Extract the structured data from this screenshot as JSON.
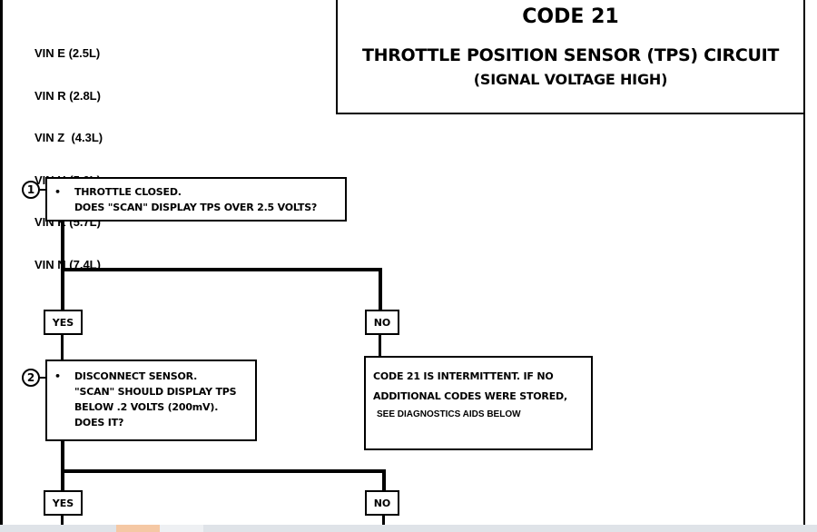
{
  "vin_list": [
    "VIN E (2.5L)",
    "VIN R (2.8L)",
    "VIN Z  (4.3L)",
    "VIN H (5.0L)",
    "VIN K (5.7L)",
    "VIN N (7.4L)"
  ],
  "header": {
    "code": "CODE 21",
    "title": "THROTTLE POSITION SENSOR (TPS) CIRCUIT",
    "subtitle": "(SIGNAL VOLTAGE HIGH)"
  },
  "step1": {
    "number": "1",
    "bullet": "•",
    "line1": "THROTTLE CLOSED.",
    "line2": "DOES \"SCAN\" DISPLAY TPS OVER 2.5 VOLTS?"
  },
  "branch1": {
    "yes": "YES",
    "no": "NO"
  },
  "step2": {
    "number": "2",
    "bullet": "•",
    "line1": "DISCONNECT SENSOR.",
    "line2": "\"SCAN\" SHOULD DISPLAY TPS",
    "line3": "BELOW .2 VOLTS (200mV).",
    "line4": "DOES IT?"
  },
  "intermittent": {
    "line1": "CODE 21 IS INTERMITTENT.  IF NO",
    "line2": "ADDITIONAL CODES WERE STORED,",
    "line3": "SEE DIAGNOSTICS AIDS BELOW"
  },
  "branch2": {
    "yes": "YES",
    "no": "NO"
  }
}
